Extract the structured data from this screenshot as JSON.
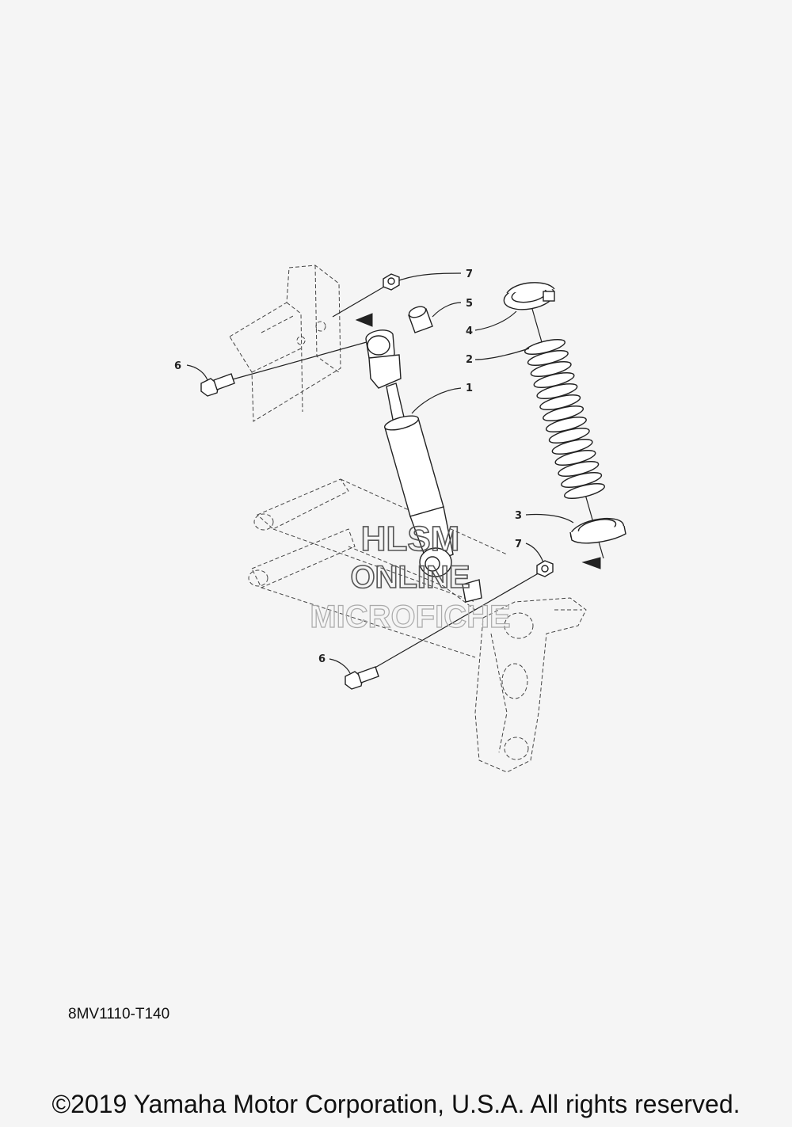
{
  "callouts": [
    "7",
    "5",
    "4",
    "2",
    "1",
    "6",
    "3",
    "7",
    "6"
  ],
  "watermark": {
    "line1": "HLSM",
    "line2": "ONLINE",
    "line3": "MICROFICHE"
  },
  "drawing_code": "8MV1110-T140",
  "copyright": "©2019 Yamaha Motor Corporation, U.S.A. All rights reserved."
}
